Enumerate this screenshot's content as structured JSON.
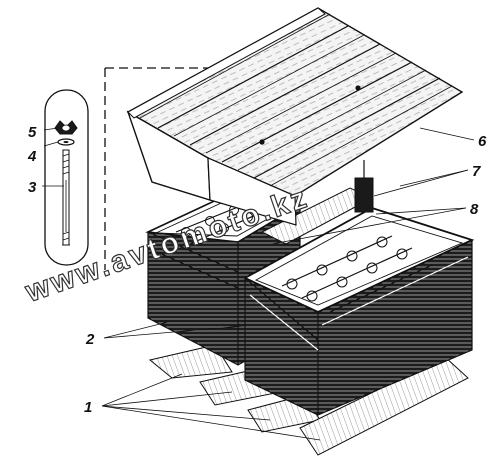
{
  "callouts": {
    "c1": "1",
    "c2": "2",
    "c3": "3",
    "c4": "4",
    "c5": "5",
    "c6": "6",
    "c7": "7",
    "c8": "8"
  },
  "watermark": "www.avtomoto.kz",
  "colors": {
    "ink": "#111111",
    "paper": "#ffffff",
    "battery_body": "#1a1a1a"
  }
}
